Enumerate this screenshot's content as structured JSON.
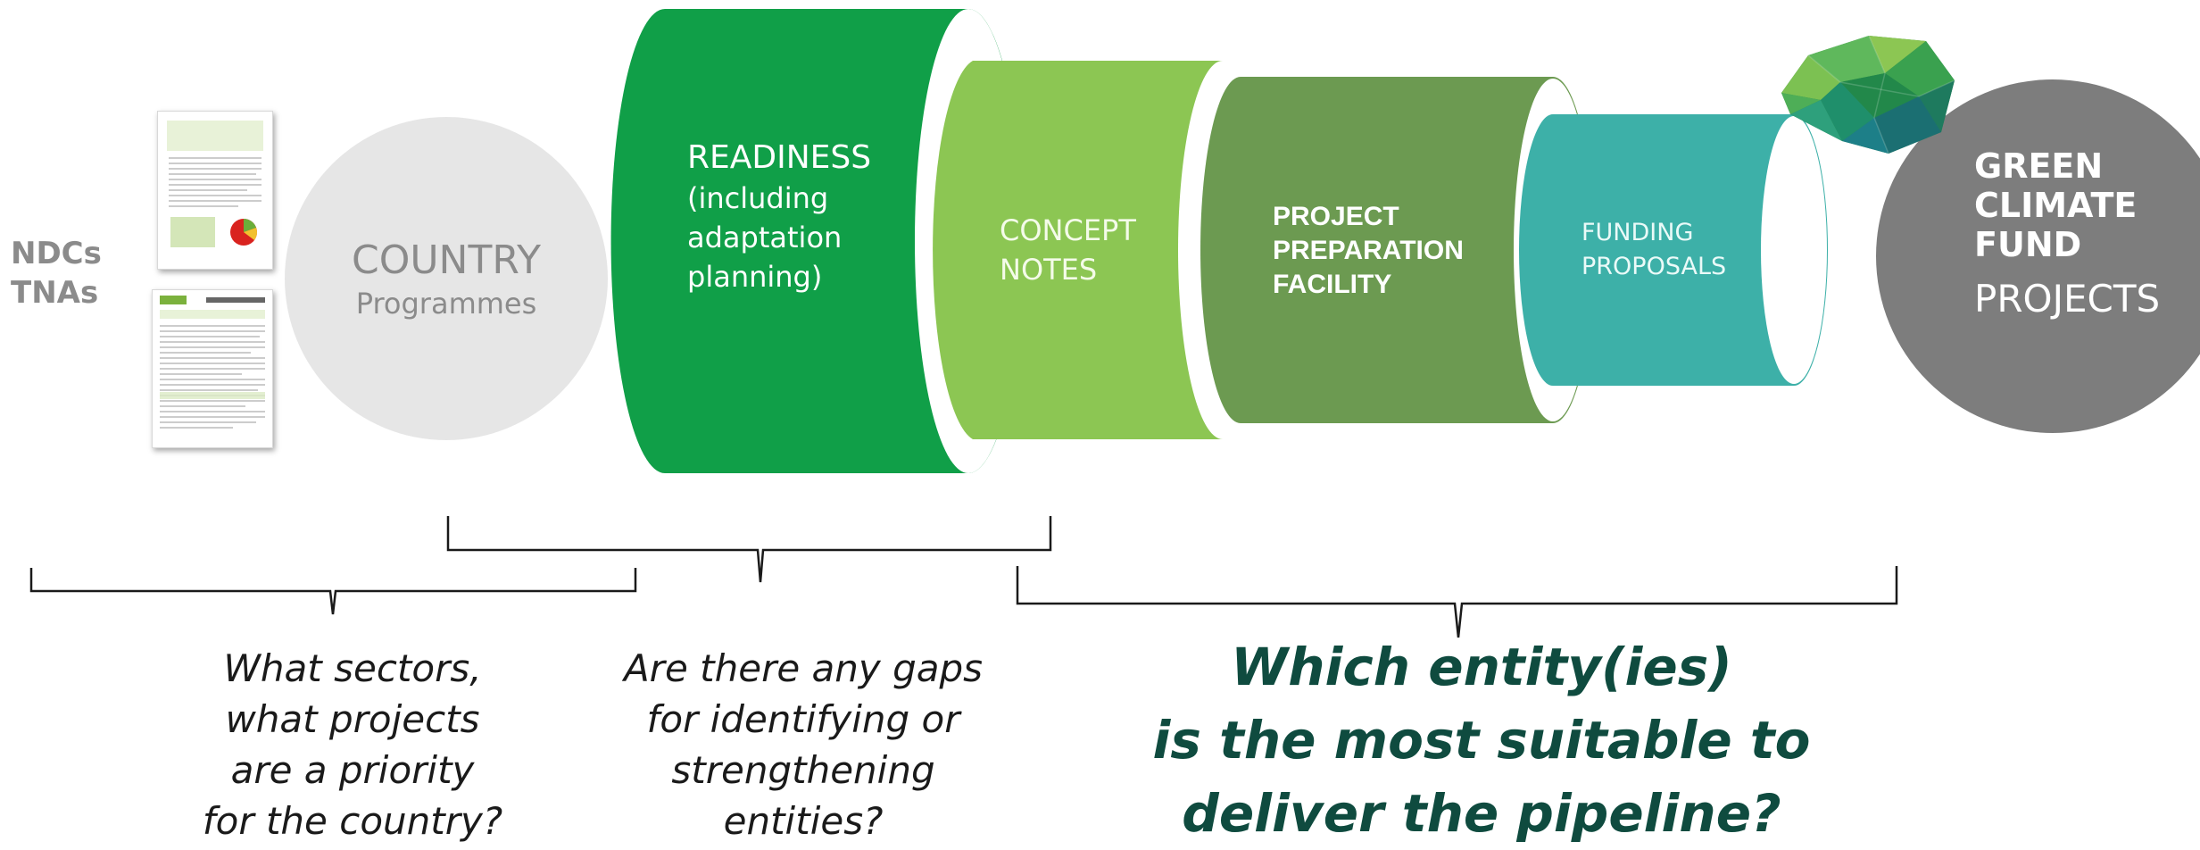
{
  "inputs": {
    "line1": "NDCs",
    "line2": "TNAs"
  },
  "country": {
    "title": "COUNTRY",
    "subtitle": "Programmes"
  },
  "stages": {
    "readiness": {
      "title": "READINESS",
      "line1": "(including",
      "line2": "adaptation",
      "line3": "planning)"
    },
    "concept": {
      "line1": "CONCEPT",
      "line2": "NOTES"
    },
    "ppf": {
      "line1": "PROJECT",
      "line2": "PREPARATION",
      "line3": "FACILITY"
    },
    "funding": {
      "line1": "FUNDING",
      "line2": "PROPOSALS"
    }
  },
  "gcf": {
    "line1": "GREEN",
    "line2": "CLIMATE",
    "line3": "FUND",
    "projects": "PROJECTS"
  },
  "questions": {
    "q1": [
      "What sectors,",
      "what projects",
      "are a priority",
      "for the country?"
    ],
    "q2": [
      "Are there any gaps",
      "for identifying or",
      "strengthening",
      "entities?"
    ],
    "q3": [
      "Which entity(ies)",
      "is the most suitable to",
      "deliver the pipeline?"
    ]
  },
  "colors": {
    "readiness": "#109f48",
    "concept": "#8cc653",
    "ppf": "#6c9a51",
    "funding": "#3db0a8",
    "gcf_circle": "#7d7d7d",
    "country_circle": "#e6e6e6",
    "inputs_text": "#8b8b8b",
    "question_text": "#1a1a1a",
    "question_highlight": "#0f4b3f"
  }
}
